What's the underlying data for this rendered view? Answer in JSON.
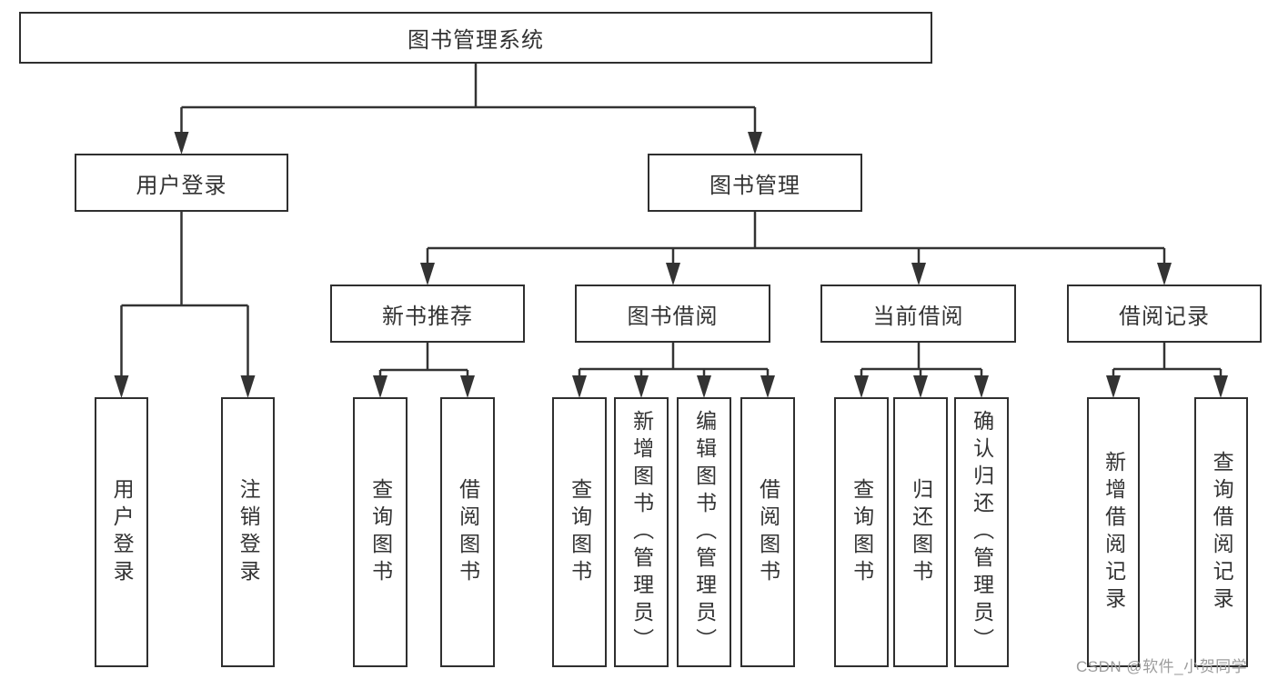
{
  "root": {
    "label": "图书管理系统"
  },
  "branches": {
    "user_login": {
      "label": "用户登录"
    },
    "book_management": {
      "label": "图书管理"
    }
  },
  "modules": {
    "new_book_recommend": {
      "label": "新书推荐"
    },
    "book_borrowing": {
      "label": "图书借阅"
    },
    "current_borrowing": {
      "label": "当前借阅"
    },
    "borrowing_records": {
      "label": "借阅记录"
    }
  },
  "leaves": {
    "user_login": [
      "用户登录",
      "注销登录"
    ],
    "new_book_recommend": [
      "查询图书",
      "借阅图书"
    ],
    "book_borrowing": [
      "查询图书",
      "新增图书（管理员）",
      "编辑图书（管理员）",
      "借阅图书"
    ],
    "current_borrowing": [
      "查询图书",
      "归还图书",
      "确认归还（管理员）"
    ],
    "borrowing_records": [
      "新增借阅记录",
      "查询借阅记录"
    ]
  },
  "watermark": {
    "text": "CSDN @软件_小贺同学"
  },
  "colors": {
    "line": "#333333",
    "box_border": "#2f2f2f",
    "text": "#333333",
    "background": "#ffffff",
    "watermark": "#9c9c9c"
  }
}
